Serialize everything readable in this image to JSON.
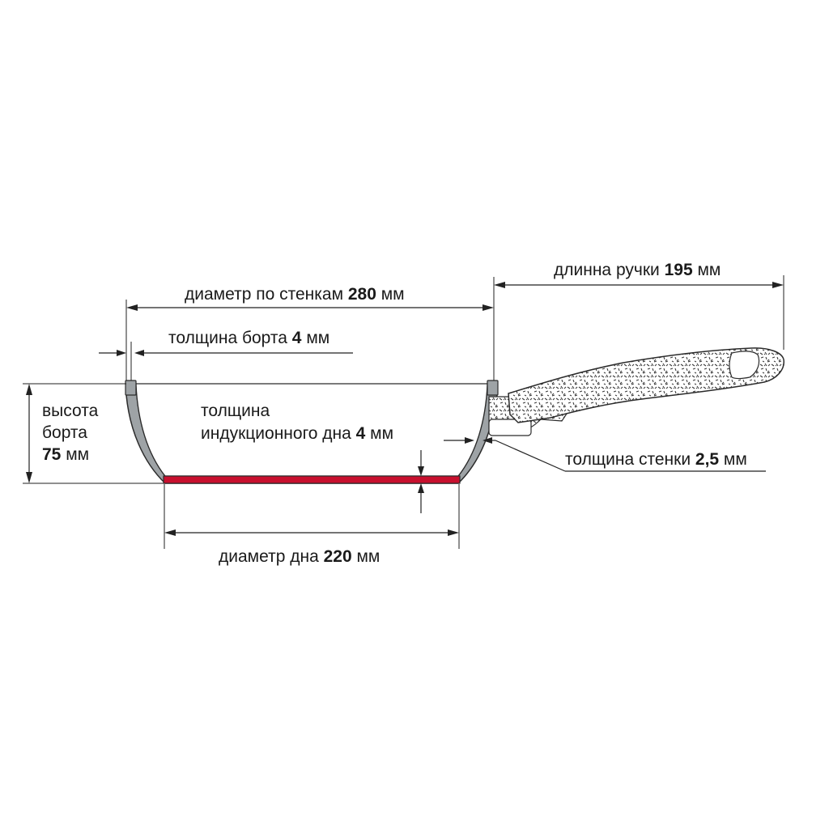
{
  "dimensions": {
    "wall_diameter": {
      "text": "диаметр по стенкам ",
      "value": "280",
      "unit": " мм"
    },
    "handle_length": {
      "text": "длинна ручки ",
      "value": "195",
      "unit": " мм"
    },
    "rim_thickness": {
      "text": "толщина борта ",
      "value": "4",
      "unit": " мм"
    },
    "side_height": {
      "line1": "высота",
      "line2": "борта",
      "value": "75",
      "unit": " мм"
    },
    "base_thickness": {
      "line1": "толщина",
      "line2_text": "индукционного дна ",
      "value": "4",
      "unit": " мм"
    },
    "wall_thickness": {
      "text": "толщина стенки ",
      "value": "2,5",
      "unit": " мм"
    },
    "base_diameter": {
      "text": "диаметр дна ",
      "value": "220",
      "unit": " мм"
    }
  },
  "colors": {
    "pan_body": "#9ea3a6",
    "induction_base": "#c8102e",
    "handle_speckle_bg": "#ffffff",
    "handle_speckle_fg": "#3a3a3a",
    "lines": "#222222"
  }
}
